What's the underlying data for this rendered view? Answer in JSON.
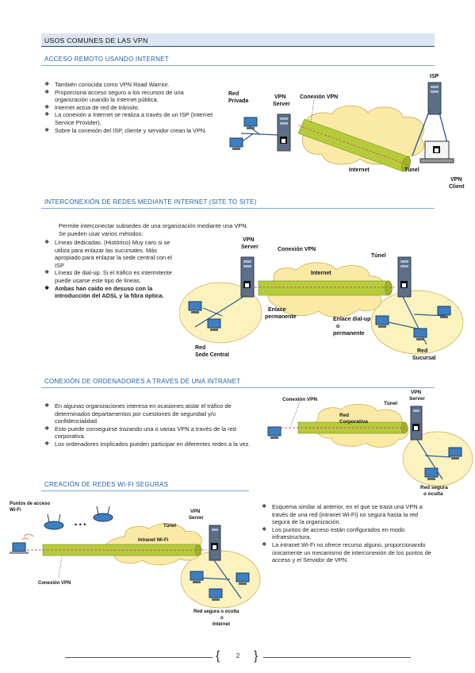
{
  "title": "USOS COMUNES DE LAS VPN",
  "s1": {
    "heading": "ACCESO REMOTO USANDO INTERNET",
    "bullets": [
      "También conocida como VPN Road Warrior.",
      "Proporciona acceso seguro a los recursos de una organización usando la Internet pública.",
      "Internet actúa de red de tránsito.",
      "La conexión a Internet se realiza a través de un ISP (Internet Service Provider).",
      "Sobre la conexión del ISP, cliente y servidor crean la VPN."
    ],
    "diagram": {
      "red_privada_1": "Red",
      "red_privada_2": "Privada",
      "vpn_server_1": "VPN",
      "vpn_server_2": "Server",
      "conexion": "Conexión VPN",
      "isp": "ISP",
      "internet": "Internet",
      "tunel": "Túnel",
      "vpn_client_1": "VPN",
      "vpn_client_2": "Client"
    }
  },
  "s2": {
    "heading": "INTERCONEXIÓN DE REDES MEDIANTE INTERNET (SITE TO SITE)",
    "intro_1": "Permite interconectar subsedes de una organización mediante una VPN.",
    "intro_2": "Se pueden usar varios métodos:",
    "bullets": [
      "Líneas dedicadas. (Histórico) Muy caro si se utiliza para enlazar las sucursales. Más apropiado para enlazar la sede central con el ISP",
      "Líneas de dial-up. Si el tráfico es intermitente puede usarse este tipo de líneas."
    ],
    "bold_bullet": "Ambas han caído en desuso con la introducción del ADSL y la fibra óptica.",
    "diagram": {
      "vpn_server_1": "VPN",
      "vpn_server_2": "Server",
      "conexion": "Conexión VPN",
      "tunel": "Túnel",
      "internet": "Internet",
      "enlace_perm_1": "Enlace",
      "enlace_perm_2": "permanente",
      "enlace_dial_1": "Enlace dial-up",
      "enlace_dial_2": "o",
      "enlace_dial_3": "permanente",
      "red_sede_1": "Red",
      "red_sede_2": "Sede Central",
      "red_suc_1": "Red",
      "red_suc_2": "Sucursal"
    }
  },
  "s3": {
    "heading": "CONEXIÓN DE ORDENADORES A TRAVÉS DE UNA INTRANET",
    "bullets": [
      "En algunas organizaciones interesa en ocasiones aislar el tráfico de determinados departamentos por cuestiones de seguridad y/o confidencialidad.",
      "Esto puede conseguirse trazando una o varias VPN a través de la red corporativa.",
      "Los ordenadores implicados pueden participar en diferentes redes a la vez."
    ],
    "diagram": {
      "conexion": "Conexión VPN",
      "tunel": "Túnel",
      "vpn_server_1": "VPN",
      "vpn_server_2": "Server",
      "red_corp_1": "Red",
      "red_corp_2": "Corporativa",
      "red_segura_1": "Red segura",
      "red_segura_2": "o oculta"
    }
  },
  "s4": {
    "heading": "CREACIÓN DE REDES WI-FI SEGURAS",
    "bullets": [
      "Esquema similar al anterior, en el que se traza una VPN a través de una red (intranet Wi-Fi) no segura hasta la red segura de la organización.",
      "Los puntos de acceso están configurados en modo infraestructura.",
      "La intranet Wi-Fi no ofrece recurso alguno, proporcionando únicamente un mecanismo de interconexión de los puntos de acceso y el Servidor de VPN."
    ],
    "diagram": {
      "puntos_1": "Puntos de acceso",
      "puntos_2": "Wi-Fi",
      "tunel": "Túnel",
      "vpn_server_1": "VPN",
      "vpn_server_2": "Server",
      "intranet": "Intranet Wi-Fi",
      "conexion": "Conexión VPN",
      "red_seg_1": "Red segura o oculta",
      "red_seg_2": "o",
      "red_seg_3": "Internet"
    }
  },
  "footer": {
    "page_number": "2"
  },
  "colors": {
    "accent": "#1f5fa0",
    "tube": "#b5cc3a",
    "cloud": "#fbe9a6",
    "pc": "#3d7fc1"
  }
}
